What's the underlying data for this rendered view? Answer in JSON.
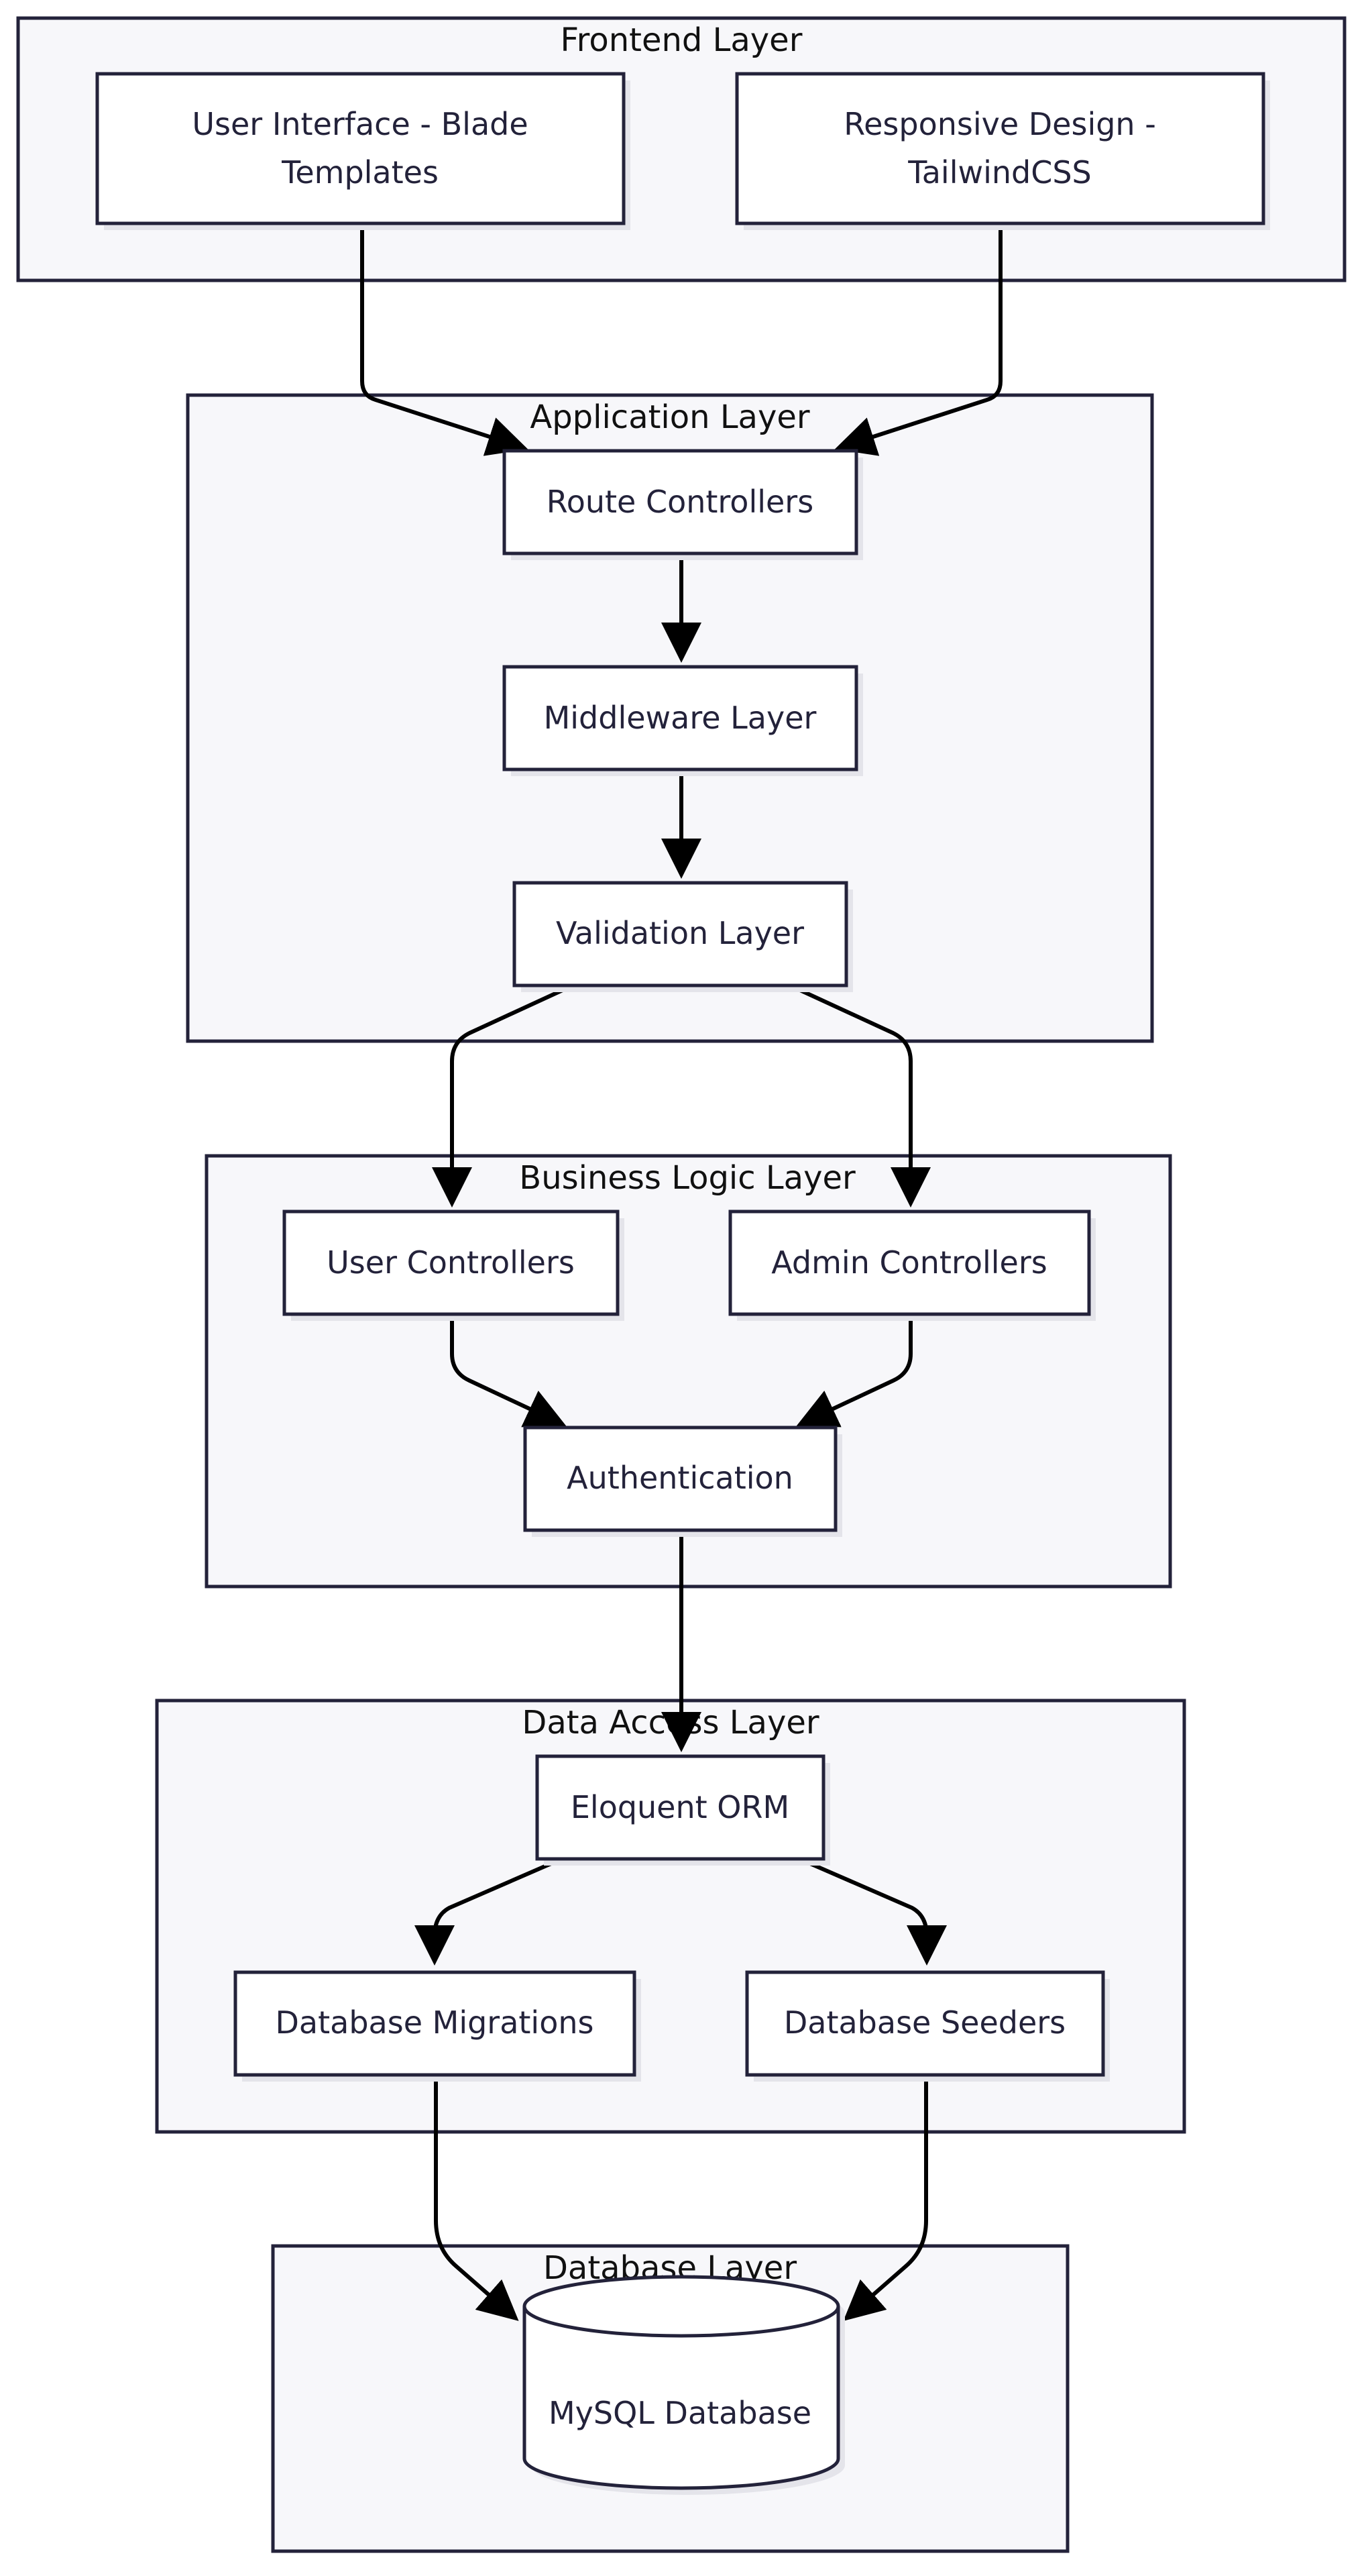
{
  "layers": {
    "frontend": "Frontend Layer",
    "application": "Application Layer",
    "business": "Business Logic Layer",
    "data_access": "Data Access Layer",
    "database": "Database Layer"
  },
  "nodes": {
    "ui_blade_line1": "User Interface - Blade",
    "ui_blade_line2": "Templates",
    "responsive_line1": "Responsive Design -",
    "responsive_line2": "TailwindCSS",
    "route_controllers": "Route Controllers",
    "middleware": "Middleware Layer",
    "validation": "Validation Layer",
    "user_controllers": "User Controllers",
    "admin_controllers": "Admin Controllers",
    "authentication": "Authentication",
    "eloquent": "Eloquent ORM",
    "migrations": "Database Migrations",
    "seeders": "Database Seeders",
    "mysql": "MySQL Database"
  },
  "edges": [
    {
      "from": "User Interface - Blade Templates",
      "to": "Route Controllers"
    },
    {
      "from": "Responsive Design - TailwindCSS",
      "to": "Route Controllers"
    },
    {
      "from": "Route Controllers",
      "to": "Middleware Layer"
    },
    {
      "from": "Middleware Layer",
      "to": "Validation Layer"
    },
    {
      "from": "Validation Layer",
      "to": "User Controllers"
    },
    {
      "from": "Validation Layer",
      "to": "Admin Controllers"
    },
    {
      "from": "User Controllers",
      "to": "Authentication"
    },
    {
      "from": "Admin Controllers",
      "to": "Authentication"
    },
    {
      "from": "Authentication",
      "to": "Eloquent ORM"
    },
    {
      "from": "Eloquent ORM",
      "to": "Database Migrations"
    },
    {
      "from": "Eloquent ORM",
      "to": "Database Seeders"
    },
    {
      "from": "Database Migrations",
      "to": "MySQL Database"
    },
    {
      "from": "Database Seeders",
      "to": "MySQL Database"
    }
  ]
}
